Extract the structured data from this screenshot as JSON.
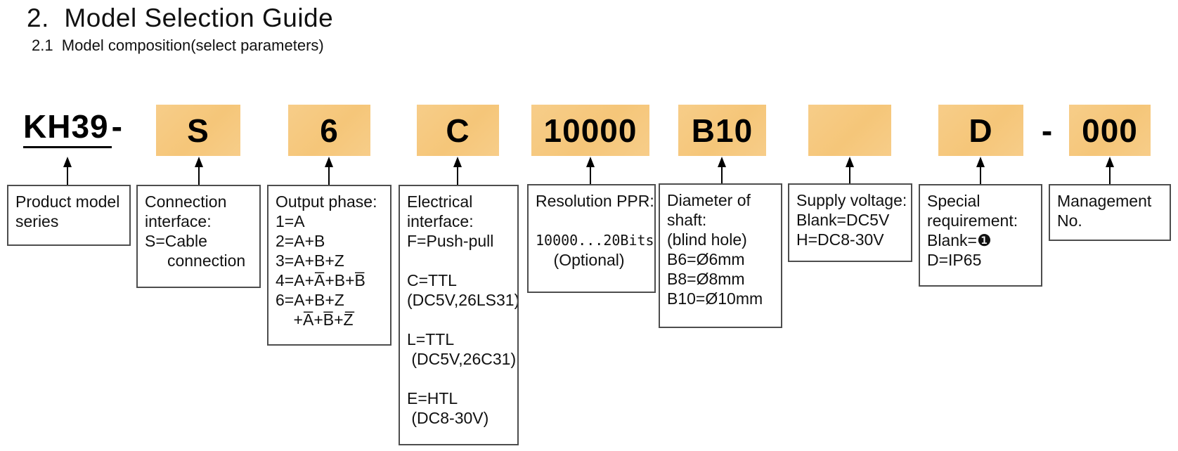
{
  "header": {
    "title": "2.  Model Selection Guide",
    "subtitle": "2.1  Model composition(select parameters)"
  },
  "model_code": {
    "series_prefix": "KH39",
    "separator_after_prefix": "-",
    "separator_before_suffix": "-",
    "segments": [
      {
        "id": "connection-interface",
        "code": "S"
      },
      {
        "id": "output-phase",
        "code": "6"
      },
      {
        "id": "electrical-interface",
        "code": "C"
      },
      {
        "id": "resolution",
        "code": "10000"
      },
      {
        "id": "shaft-diameter",
        "code": "B10"
      },
      {
        "id": "supply-voltage",
        "code": ""
      },
      {
        "id": "special-requirement",
        "code": "D"
      },
      {
        "id": "management-no",
        "code": "000"
      }
    ]
  },
  "fields": {
    "product_model": {
      "lines": [
        "Product model",
        "series"
      ]
    },
    "connection": {
      "lines": [
        "Connection",
        "interface:",
        "S=Cable",
        "     connection"
      ]
    },
    "output_phase": {
      "lines": [
        "Output phase:",
        "1=A",
        "2=A+B",
        "3=A+B+Z",
        "4=A+A̅+B+B̅",
        "6=A+B+Z",
        "    +A̅+B̅+Z̅"
      ]
    },
    "electrical": {
      "lines": [
        "Electrical",
        "interface:",
        "F=Push-pull",
        "",
        "C=TTL",
        "(DC5V,26LS31)",
        "",
        "L=TTL",
        " (DC5V,26C31)",
        "",
        "E=HTL",
        " (DC8-30V)"
      ]
    },
    "resolution": {
      "lines": [
        "Resolution PPR:",
        "",
        "10000...20Bits",
        "    (Optional)"
      ]
    },
    "shaft": {
      "lines": [
        "Diameter of",
        "shaft:",
        "(blind hole)",
        "B6=Ø6mm",
        "B8=Ø8mm",
        "B10=Ø10mm"
      ]
    },
    "voltage": {
      "lines": [
        "Supply voltage:",
        "Blank=DC5V",
        "H=DC8-30V"
      ]
    },
    "special": {
      "lines": [
        "Special",
        "requirement:",
        "Blank=❶",
        "D=IP65"
      ]
    },
    "management": {
      "lines": [
        "Management",
        "No."
      ]
    }
  },
  "colors": {
    "segment_fill": "#F6C87D",
    "line": "#000000",
    "box_border": "#4D4D4D"
  }
}
